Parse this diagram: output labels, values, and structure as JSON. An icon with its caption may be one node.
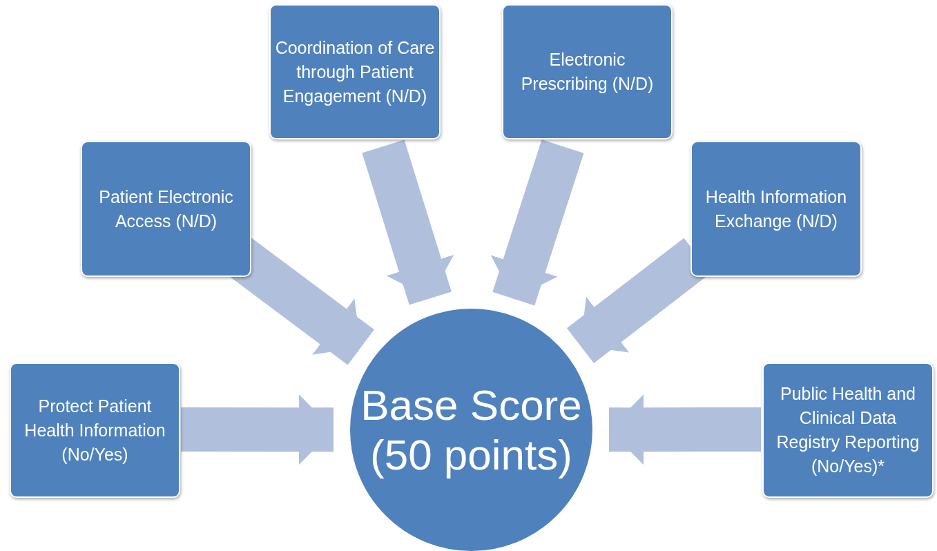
{
  "diagram": {
    "nodes": [
      {
        "text": [
          "Coordination of Care through Patient Engagement (N/D)"
        ]
      },
      {
        "text": [
          "Electronic Prescribing (N/D)"
        ]
      },
      {
        "text": [
          "Patient Electronic Access (N/D)"
        ]
      },
      {
        "text": [
          "Health Information Exchange (N/D)"
        ]
      },
      {
        "text": [
          "Protect Patient Health Information (No/Yes)"
        ]
      },
      {
        "text": [
          "Public Health and Clinical Data Registry Reporting (No/Yes)*"
        ]
      },
      {
        "text": [
          "Base Score (50 points)"
        ]
      }
    ],
    "edges": [
      {
        "from": 0,
        "to": 6,
        "arrow": "to"
      },
      {
        "from": 1,
        "to": 6,
        "arrow": "to"
      },
      {
        "from": 2,
        "to": 6,
        "arrow": "to"
      },
      {
        "from": 3,
        "to": 6,
        "arrow": "to"
      },
      {
        "from": 4,
        "to": 6,
        "arrow": "to"
      },
      {
        "from": 5,
        "to": 6,
        "arrow": "to"
      }
    ]
  }
}
